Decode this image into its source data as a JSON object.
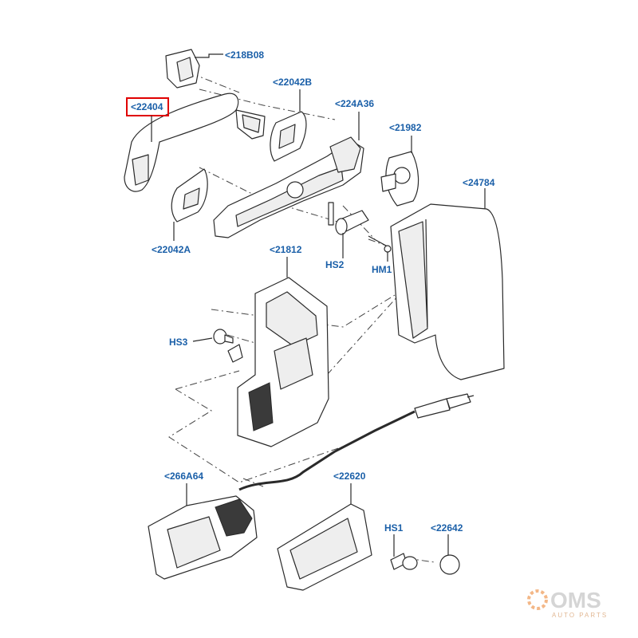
{
  "labels": {
    "p218B08": "<218B08",
    "p22042B": "<22042B",
    "p22404": "<22404",
    "p224A36": "<224A36",
    "p21982": "<21982",
    "p24784": "<24784",
    "p22042A": "<22042A",
    "p21812": "<21812",
    "HS2": "HS2",
    "HM1": "HM1",
    "HS3": "HS3",
    "p266A64": "<266A64",
    "p22620": "<22620",
    "HS1": "HS1",
    "p22642": "<22642"
  },
  "highlighted_part": "<22404",
  "colors": {
    "label": "#1a5fa8",
    "highlight": "#e00000",
    "watermark_gear": "#f0a060",
    "watermark_text": "#c8c8c8"
  },
  "watermark": {
    "brand": "OMS",
    "tagline": "AUTO PARTS"
  }
}
